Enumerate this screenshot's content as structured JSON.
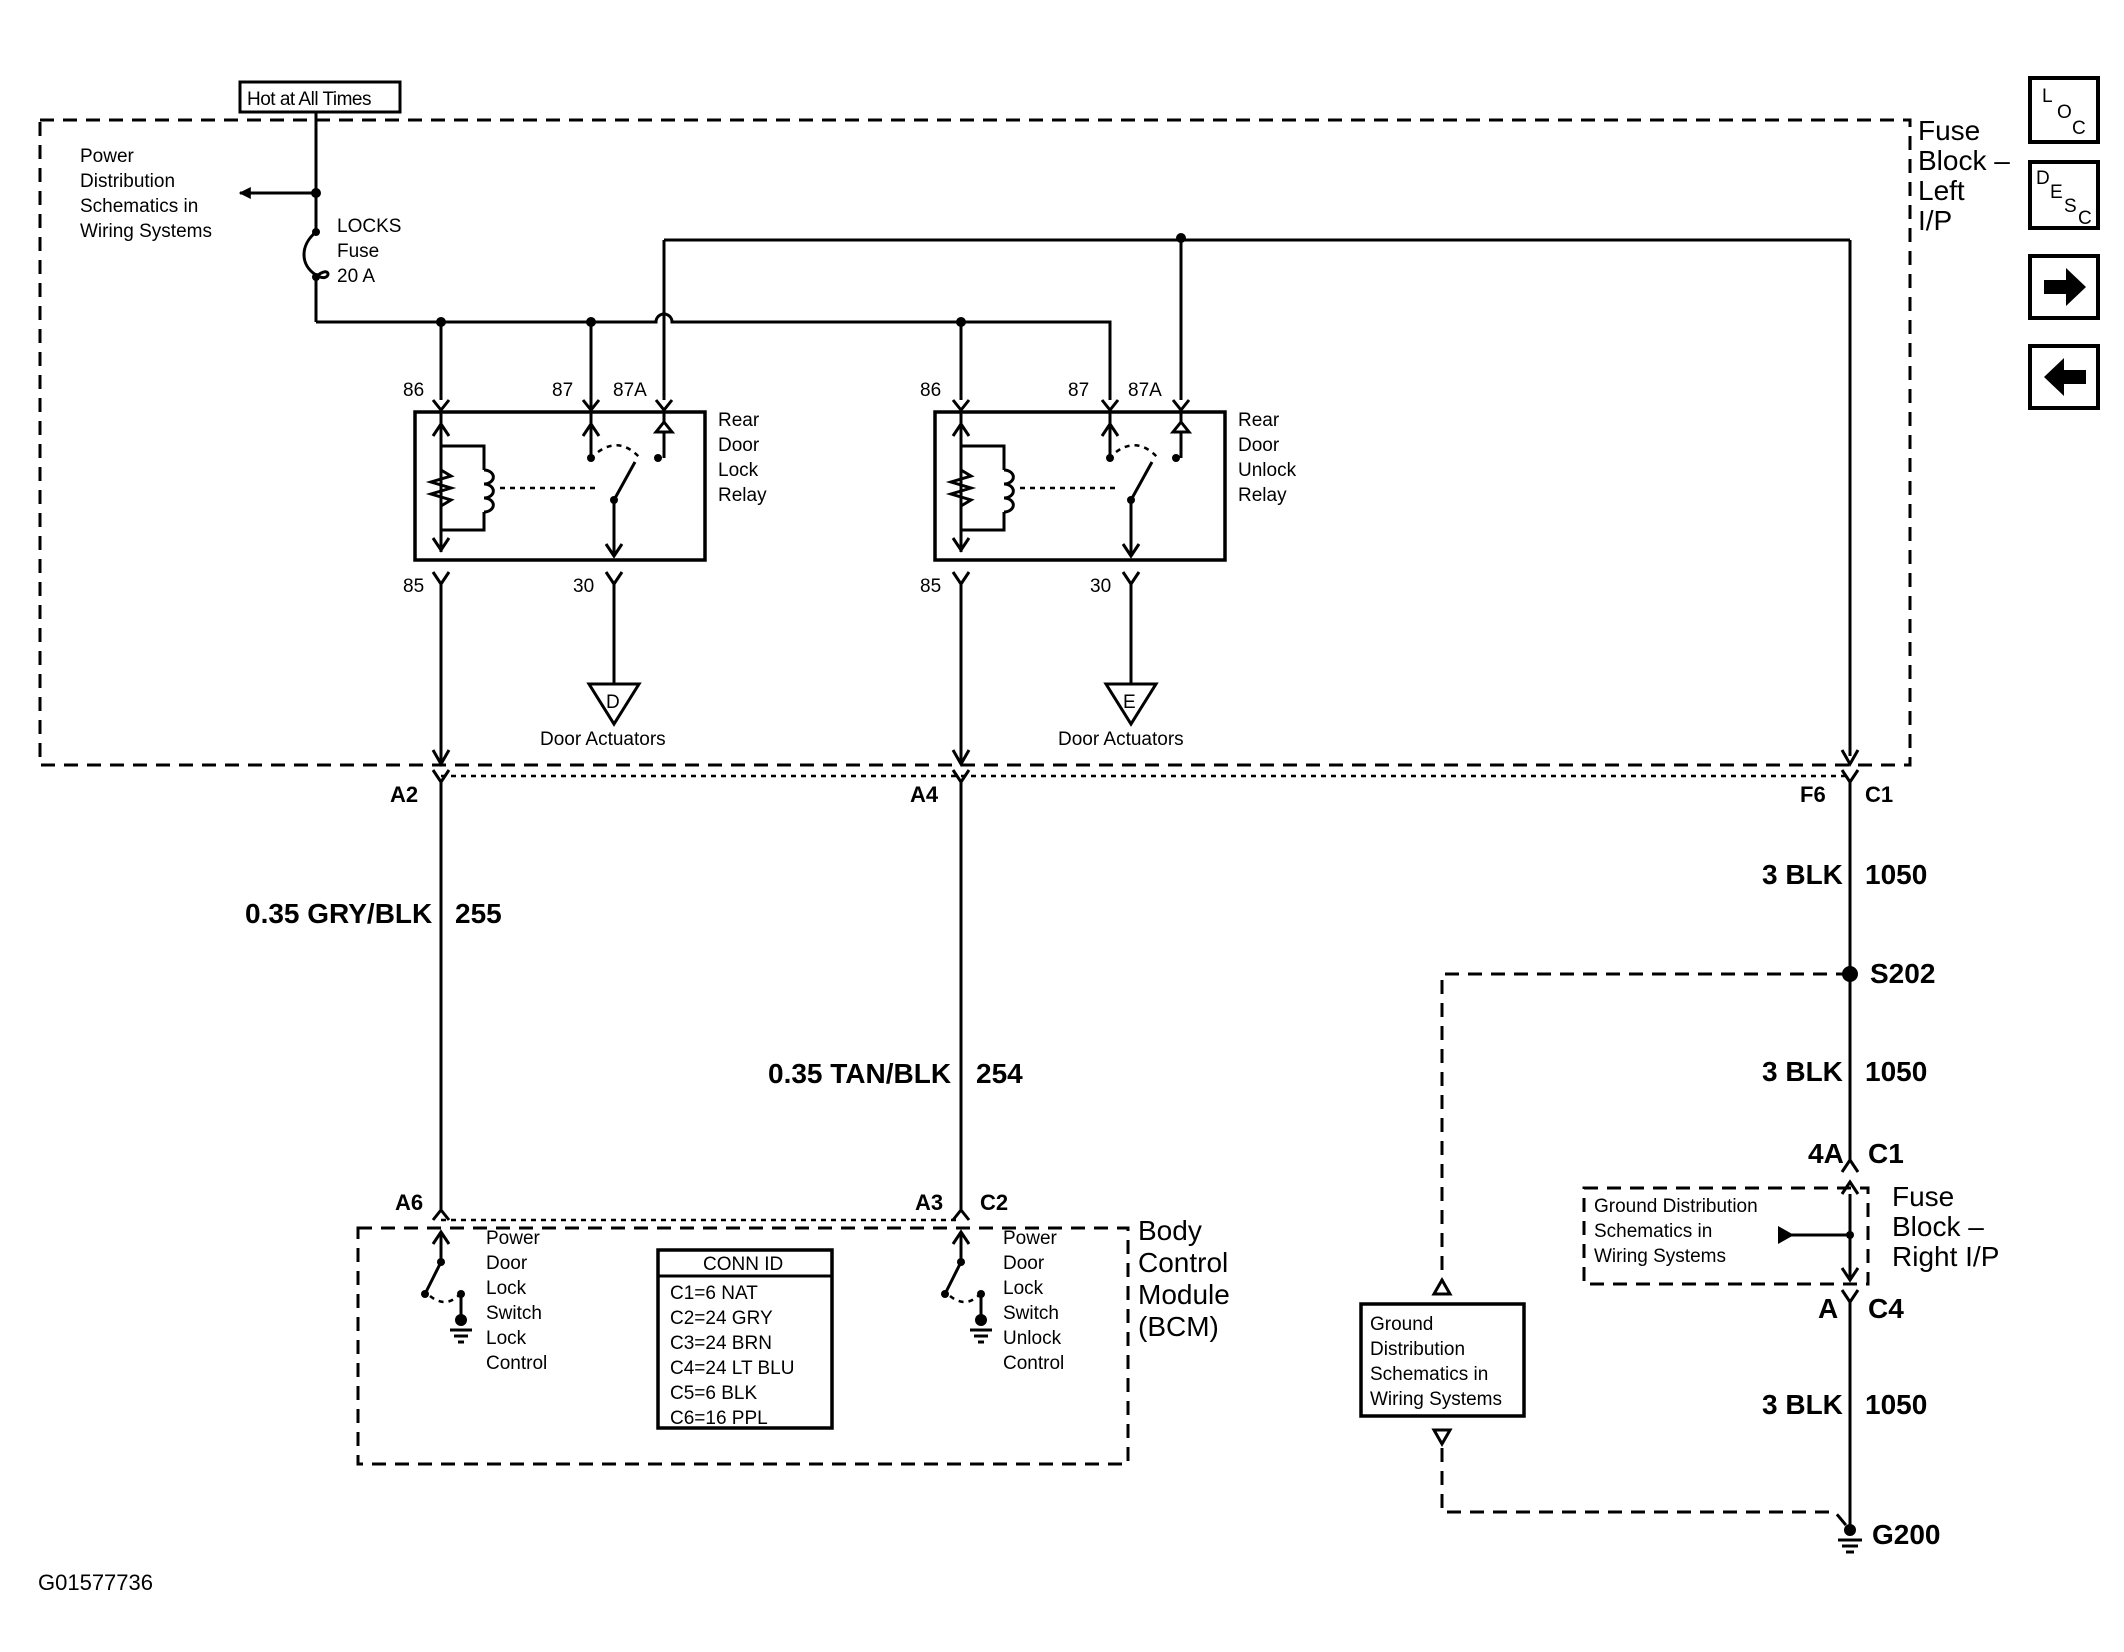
{
  "labels": {
    "hot_at_all_times": "Hot at All Times",
    "power_dist_1": "Power",
    "power_dist_2": "Distribution",
    "power_dist_3": "Schematics in",
    "power_dist_4": "Wiring Systems",
    "locks_fuse_1": "LOCKS",
    "locks_fuse_2": "Fuse",
    "locks_fuse_3": "20 A",
    "fuse_block_left_1": "Fuse",
    "fuse_block_left_2": "Block –",
    "fuse_block_left_3": "Left",
    "fuse_block_left_4": "I/P",
    "fuse_block_right_1": "Fuse",
    "fuse_block_right_2": "Block –",
    "fuse_block_right_3": "Right I/P",
    "pin_86": "86",
    "pin_87": "87",
    "pin_87a": "87A",
    "pin_85": "85",
    "pin_30": "30",
    "lock_relay_1": "Rear",
    "lock_relay_2": "Door",
    "lock_relay_3": "Lock",
    "lock_relay_4": "Relay",
    "unlock_relay_1": "Rear",
    "unlock_relay_2": "Door",
    "unlock_relay_3": "Unlock",
    "unlock_relay_4": "Relay",
    "door_actuators": "Door Actuators",
    "offpage_d": "D",
    "offpage_e": "E",
    "conn_a2": "A2",
    "conn_a4": "A4",
    "conn_f6": "F6",
    "conn_c1": "C1",
    "wire_255_color": "0.35 GRY/BLK",
    "wire_255_num": "255",
    "wire_254_color": "0.35 TAN/BLK",
    "wire_254_num": "254",
    "wire_1050_color": "3 BLK",
    "wire_1050_num": "1050",
    "splice_s202": "S202",
    "conn_4a": "4A",
    "conn_a": "A",
    "conn_c4": "C4",
    "ground_g200": "G200",
    "conn_a6": "A6",
    "conn_a3": "A3",
    "conn_c2": "C2",
    "bcm_1": "Body",
    "bcm_2": "Control",
    "bcm_3": "Module",
    "bcm_4": "(BCM)",
    "lock_switch_1": "Power",
    "lock_switch_2": "Door",
    "lock_switch_3": "Lock",
    "lock_switch_4": "Switch",
    "lock_switch_5": "Lock",
    "lock_switch_6": "Control",
    "unlock_switch_1": "Power",
    "unlock_switch_2": "Door",
    "unlock_switch_3": "Lock",
    "unlock_switch_4": "Switch",
    "unlock_switch_5": "Unlock",
    "unlock_switch_6": "Control",
    "conn_id_title": "CONN ID",
    "conn_id_rows": [
      "C1=6 NAT",
      "C2=24 GRY",
      "C3=24 BRN",
      "C4=24 LT BLU",
      "C5=6 BLK",
      "C6=16 PPL"
    ],
    "ground_dist_small_1": "Ground Distribution",
    "ground_dist_small_2": "Schematics in",
    "ground_dist_small_3": "Wiring Systems",
    "ground_dist_box_1": "Ground",
    "ground_dist_box_2": "Distribution",
    "ground_dist_box_3": "Schematics in",
    "ground_dist_box_4": "Wiring Systems",
    "figure_id": "G01577736"
  },
  "nav": {
    "loc_l": "L",
    "loc_o": "O",
    "loc_c": "C",
    "desc_d": "D",
    "desc_e": "E",
    "desc_s": "S",
    "desc_c": "C",
    "next_icon": "arrow-right-icon",
    "prev_icon": "arrow-left-icon"
  }
}
